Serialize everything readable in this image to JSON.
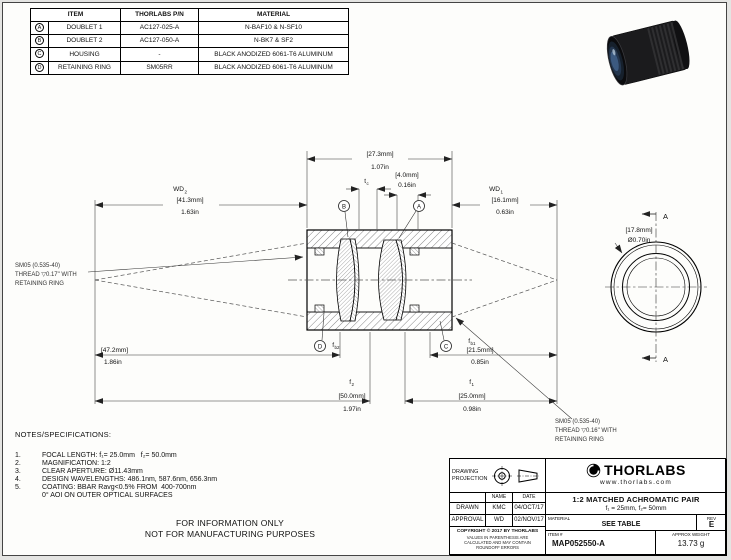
{
  "parts_table": {
    "col_item": "ITEM",
    "col_pn": "THORLABS P/N",
    "col_material": "MATERIAL",
    "rows": [
      {
        "tag": "A",
        "item": "DOUBLET 1",
        "pn": "AC127-025-A",
        "material": "N-BAF10 & N-SF10"
      },
      {
        "tag": "B",
        "item": "DOUBLET 2",
        "pn": "AC127-050-A",
        "material": "N-BK7 & SF2"
      },
      {
        "tag": "C",
        "item": "HOUSING",
        "pn": "-",
        "material": "BLACK ANODIZED 6061-T6 ALUMINUM"
      },
      {
        "tag": "D",
        "item": "RETAINING RING",
        "pn": "SM05RR",
        "material": "BLACK ANODIZED 6061-T6 ALUMINUM"
      }
    ]
  },
  "drawing": {
    "callout_a": "A",
    "callout_b": "B",
    "callout_c": "C",
    "callout_d": "D",
    "section_label": "A",
    "dims": {
      "overall_mm": "[27.3mm]",
      "overall_in": "1.07in",
      "tc_base": "t",
      "tc_sub": "c",
      "gap_mm": "[4.0mm]",
      "gap_in": "0.16in",
      "wd2_base": "WD",
      "wd2_sub": "2",
      "wd2_mm": "[41.3mm]",
      "wd2_in": "1.63in",
      "wd1_base": "WD",
      "wd1_sub": "1",
      "wd1_mm": "[16.1mm]",
      "wd1_in": "0.63in",
      "fb2_base": "f",
      "fb2_sub": "b2",
      "fb2_mm": "[47.2mm]",
      "fb2_in": "1.86in",
      "fb1_base": "f",
      "fb1_sub": "b1",
      "fb1_mm": "[21.5mm]",
      "fb1_in": "0.85in",
      "f2_base": "f",
      "f2_sub": "2",
      "f2_mm": "[50.0mm]",
      "f2_in": "1.97in",
      "f1_base": "f",
      "f1_sub": "1",
      "f1_mm": "[25.0mm]",
      "f1_in": "0.98in",
      "dia_mm": "[17.8mm]",
      "dia_in": "Ø0.70in"
    },
    "thread_left": [
      "SM05 (0.535-40)",
      "THREAD ▽0.17\" WITH",
      "RETAINING RING"
    ],
    "thread_right": [
      "SM05 (0.535-40)",
      "THREAD ▽0.16\" WITH",
      "RETAINING RING"
    ]
  },
  "notes": {
    "title": "NOTES/SPECIFICATIONS:",
    "items": [
      {
        "num": "1.",
        "text": "FOCAL LENGTH: f₁= 25.0mm   f₂= 50.0mm"
      },
      {
        "num": "2.",
        "text": "MAGNIFICATION: 1:2"
      },
      {
        "num": "3.",
        "text": "CLEAR APERTURE: Ø11.43mm"
      },
      {
        "num": "4.",
        "text": "DESIGN WAVELENGTHS: 486.1nm, 587.6nm, 656.3nm"
      },
      {
        "num": "5.",
        "text": "COATING: BBAR Ravg<0.5% FROM  400-700nm"
      }
    ],
    "item5_cont": "0° AOI ON OUTER OPTICAL SURFACES",
    "info1": "FOR INFORMATION ONLY",
    "info2": "NOT FOR MANUFACTURING PURPOSES"
  },
  "title_block": {
    "projection_label": "DRAWING\nPROJECTION",
    "company": "THORLABS",
    "website": "www.thorlabs.com",
    "title1": "1:2 MATCHED ACHROMATIC PAIR",
    "title2": "f₁ = 25mm, f₂= 50mm",
    "name_h": "NAME",
    "date_h": "DATE",
    "drawn_label": "DRAWN",
    "drawn_name": "KMC",
    "drawn_date": "04/OCT/17",
    "approval_label": "APPROVAL",
    "approval_name": "WD",
    "approval_date": "02/NOV/17",
    "material_label": "MATERIAL",
    "material_value": "SEE TABLE",
    "rev_label": "REV",
    "rev_value": "E",
    "copyright": "COPYRIGHT © 2017 BY THORLABS",
    "disclaimer": "VALUES IN PARENTHESIS ARE CALCULATED AND MAY CONTAIN ROUNDOFF ERRORS",
    "item_label": "ITEM #",
    "item_value": "MAP052550-A",
    "weight_label": "APPROX WEIGHT",
    "weight_value": "13.73 g"
  }
}
